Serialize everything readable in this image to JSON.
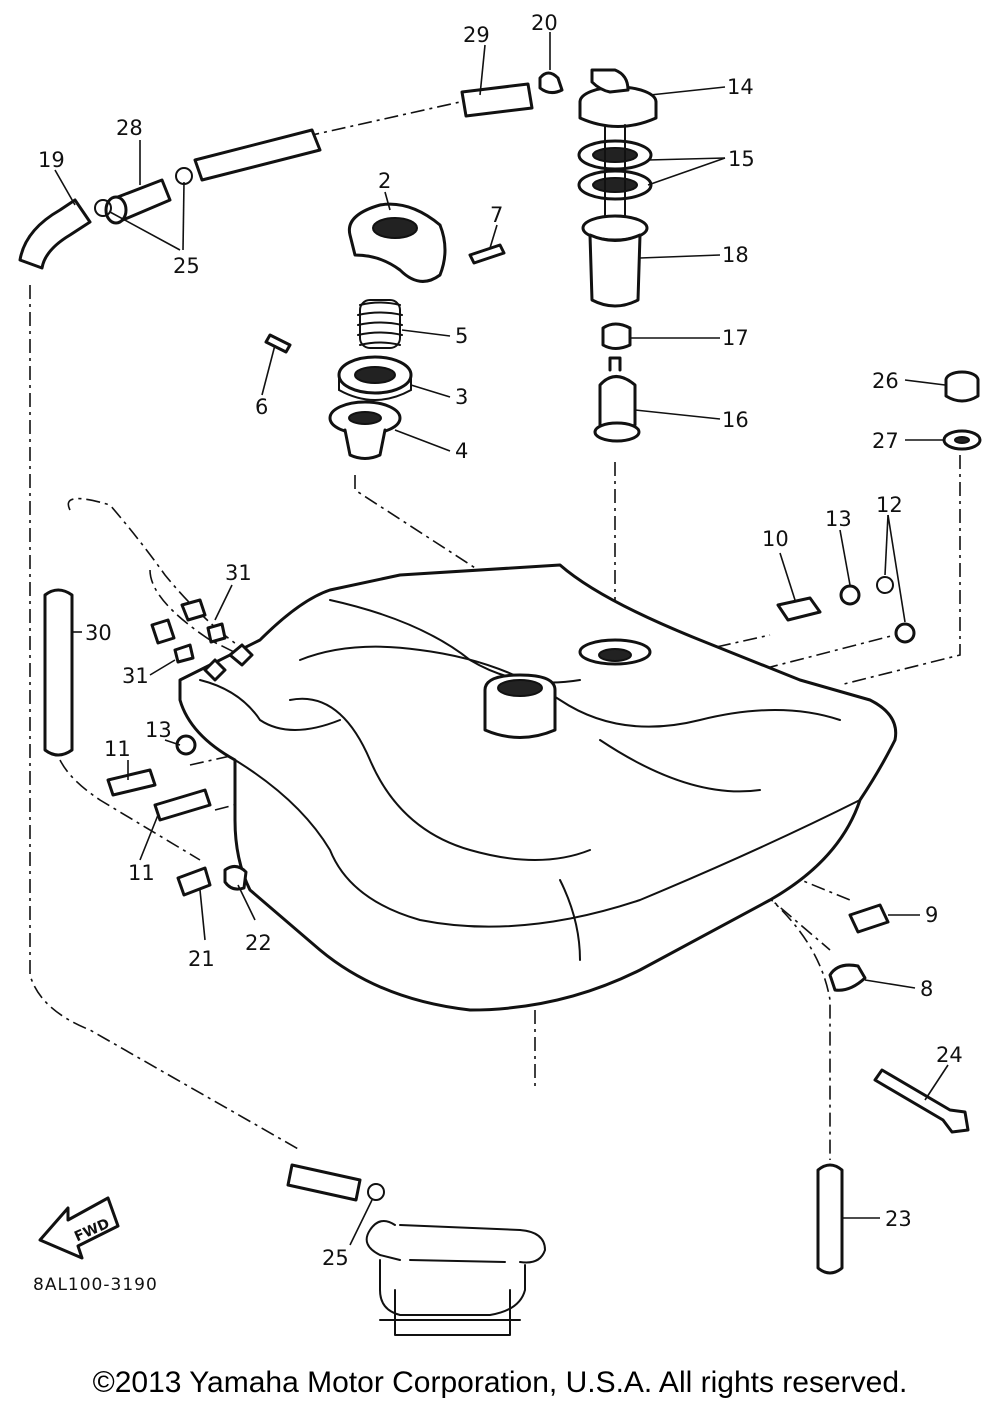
{
  "diagram_code": "8AL100-3190",
  "copyright": "©2013 Yamaha Motor Corporation, U.S.A. All rights reserved.",
  "fwd_arrow_label": "FWD",
  "callouts": {
    "c2": "2",
    "c3": "3",
    "c4": "4",
    "c5": "5",
    "c6": "6",
    "c7": "7",
    "c8": "8",
    "c9": "9",
    "c10": "10",
    "c11a": "11",
    "c11b": "11",
    "c12": "12",
    "c13a": "13",
    "c13b": "13",
    "c14": "14",
    "c15": "15",
    "c16": "16",
    "c17": "17",
    "c18": "18",
    "c19": "19",
    "c20": "20",
    "c21": "21",
    "c22": "22",
    "c23": "23",
    "c24": "24",
    "c25a": "25",
    "c25b": "25",
    "c26": "26",
    "c27": "27",
    "c28": "28",
    "c29": "29",
    "c30": "30",
    "c31a": "31",
    "c31b": "31"
  }
}
